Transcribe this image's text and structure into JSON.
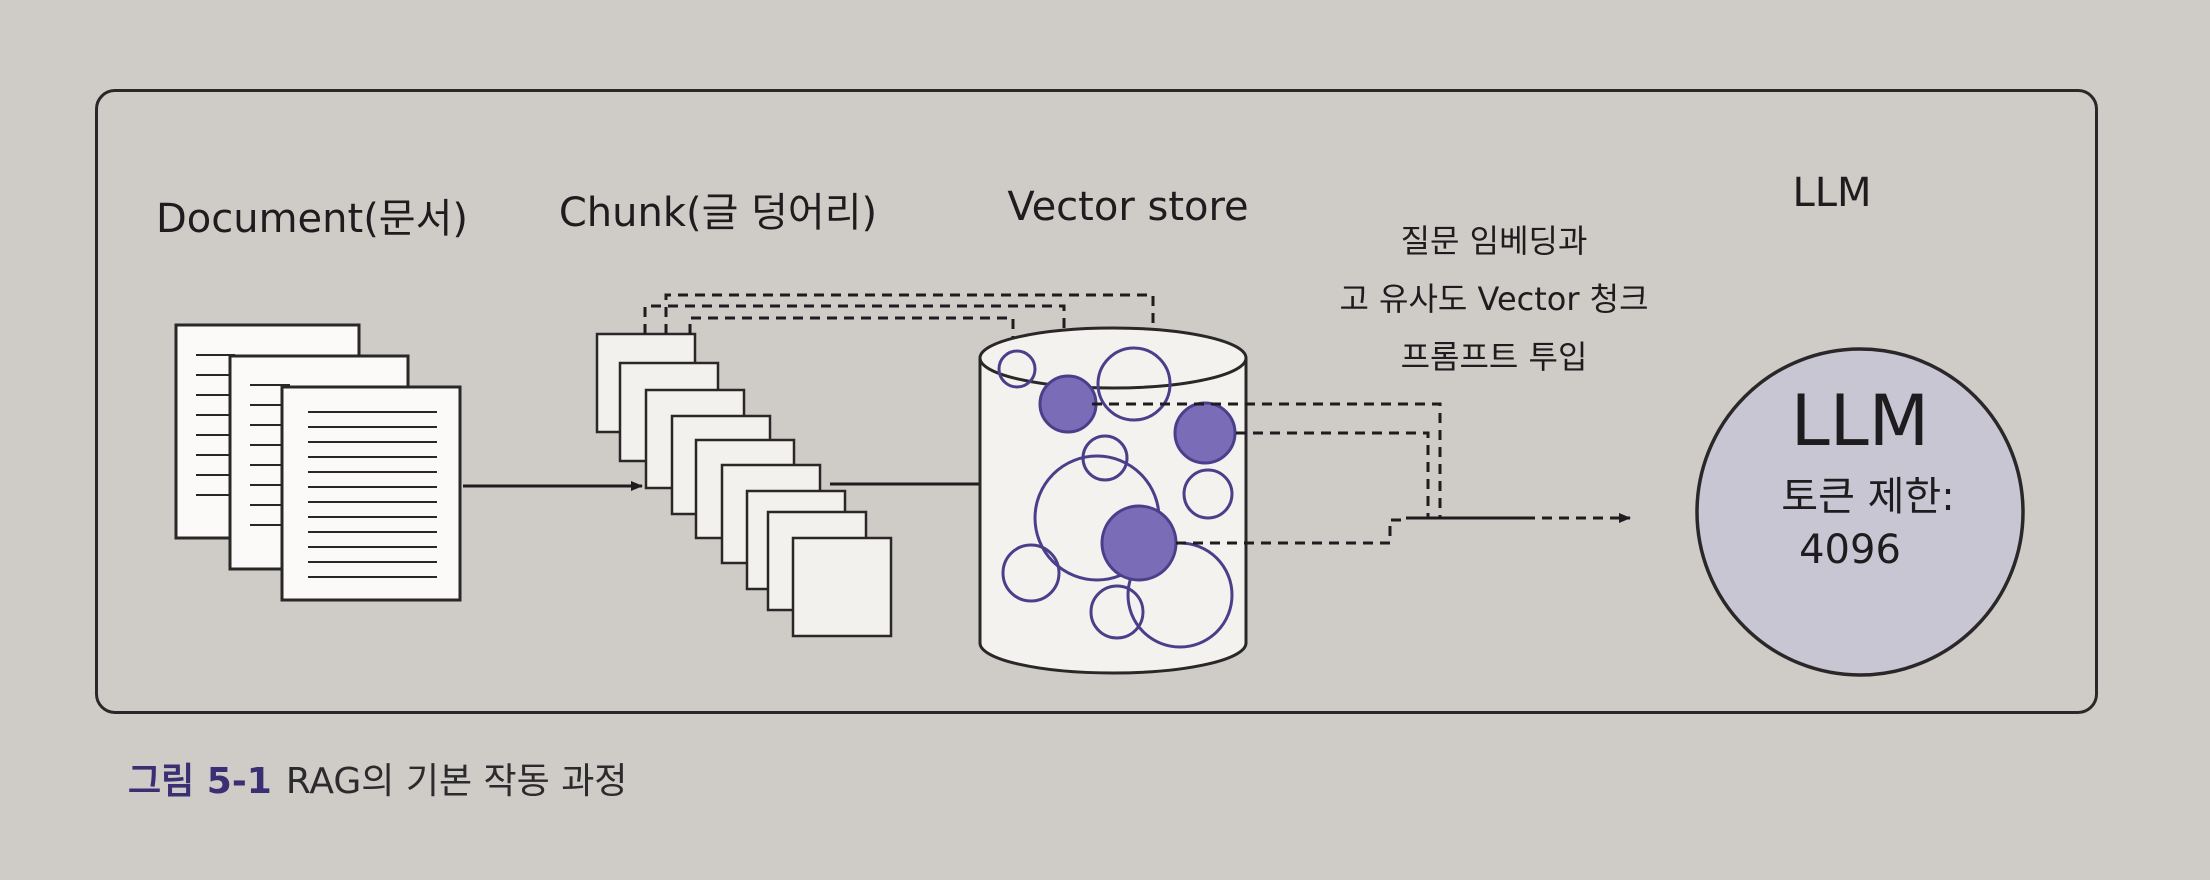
{
  "stages": {
    "document": "Document(문서)",
    "chunk": "Chunk(글 덩어리)",
    "vector_store": "Vector store",
    "llm": "LLM"
  },
  "arrow_note": [
    "질문 임베딩과",
    "고 유사도 Vector 청크",
    "프롬프트 투입"
  ],
  "llm_circle": {
    "title": "LLM",
    "limit_label": "토큰 제한:",
    "limit_value": "4096"
  },
  "caption": {
    "figure_no": "그림 5-1",
    "text": "RAG의 기본 작동 과정"
  },
  "colors": {
    "background": "#cfcbc6",
    "frame_stroke": "#2a2729",
    "embedding_fill": "#7b6cb8",
    "embedding_stroke": "#4a3f8a",
    "llm_circle_fill": "#c8c6d2",
    "caption_accent": "#3a2f73"
  }
}
